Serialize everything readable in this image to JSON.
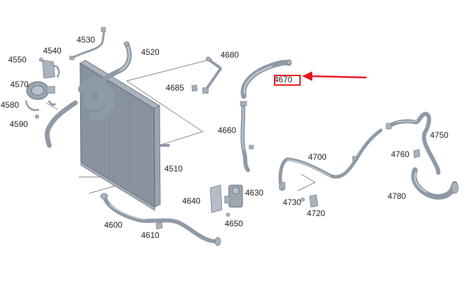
{
  "labels": {
    "l4530": "4530",
    "l4520": "4520",
    "l4540": "4540",
    "l4550": "4550",
    "l4570": "4570",
    "l4580": "4580",
    "l4590": "4590",
    "l4680": "4680",
    "l4685": "4685",
    "l4670": "4670",
    "l4660": "4660",
    "l4510": "4510",
    "l4700": "4700",
    "l4750": "4750",
    "l4760": "4760",
    "l4780": "4780",
    "l4730": "4730",
    "l4720": "4720",
    "l4640": "4640",
    "l4630": "4630",
    "l4650": "4650",
    "l4600": "4600",
    "l4610": "4610"
  },
  "colors": {
    "highlight": "#e8141a",
    "hose": "#8e9aa6",
    "radiator": "#7d8893"
  }
}
